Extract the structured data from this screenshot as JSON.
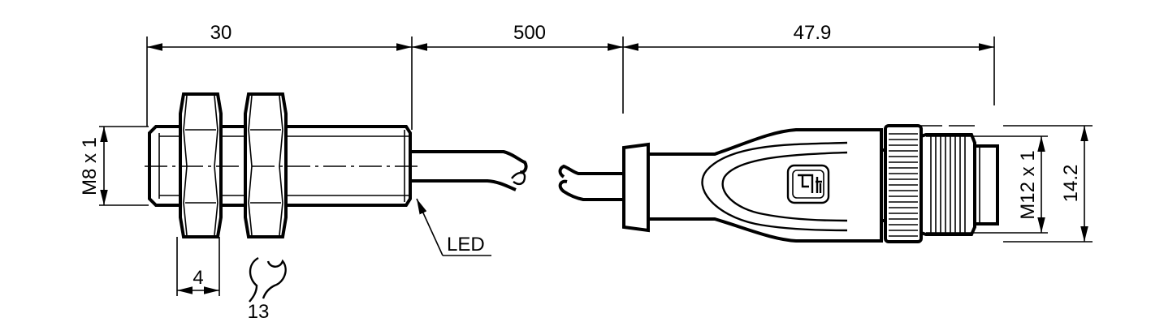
{
  "drawing": {
    "dimensions": {
      "sensor_length": "30",
      "cable_length": "500",
      "connector_length": "47.9",
      "sensor_thread": "M8 x 1",
      "connector_thread": "M12 x 1",
      "connector_diameter": "14.2",
      "nut_width": "4",
      "wrench_size": "13"
    },
    "labels": {
      "led": "LED"
    },
    "colors": {
      "line": "#000000",
      "background": "#ffffff"
    }
  }
}
